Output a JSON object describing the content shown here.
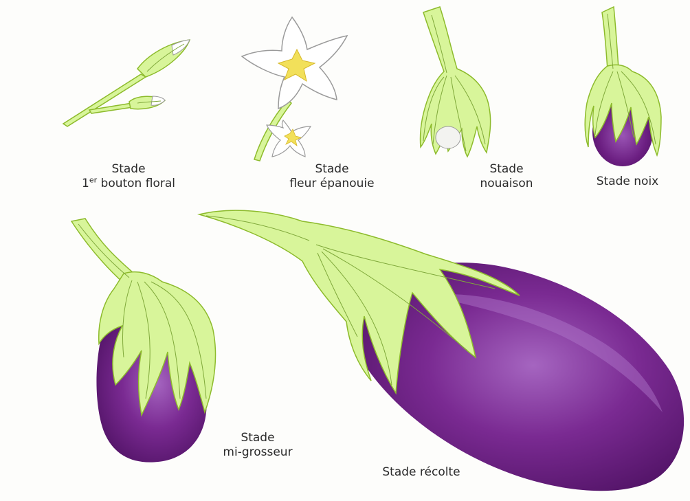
{
  "colors": {
    "leaf": "#d8f59a",
    "leaf_outline": "#8dbb2c",
    "vein": "#7fa83a",
    "petal": "#ffffff",
    "petal_outline": "#9a9a9a",
    "flower_center": "#f2e05a",
    "fruit": "#6c1f82",
    "fruit_dark": "#4a0f5e",
    "fruit_highlight": "#a565c0",
    "text": "#2b2b2b"
  },
  "stages": [
    {
      "line1": "Stade",
      "line2_prefix": "1",
      "line2_sup": "er",
      "line2": " bouton floral"
    },
    {
      "line1": "Stade",
      "line2": "fleur épanouie"
    },
    {
      "line1": "Stade",
      "line2": "nouaison"
    },
    {
      "line1": "Stade noix"
    },
    {
      "line1": "Stade",
      "line2": "mi-grosseur"
    },
    {
      "line1": "Stade récolte"
    }
  ]
}
